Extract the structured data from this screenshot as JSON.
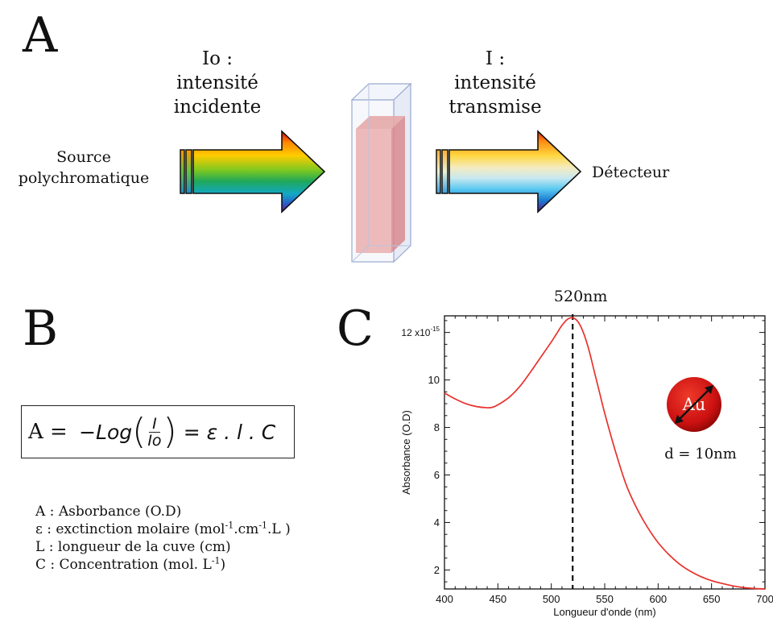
{
  "panel_a": {
    "letter": "A",
    "source_line1": "Source",
    "source_line2": "polychromatique",
    "incident_line1": "Io :",
    "incident_line2": "intensité",
    "incident_line3": "incidente",
    "transmitted_line1": "I :",
    "transmitted_line2": "intensité",
    "transmitted_line3": "transmise",
    "detector": "Détecteur"
  },
  "panel_b": {
    "letter": "B",
    "formula_left": "A = ",
    "formula_log": "−Log",
    "formula_num": "I",
    "formula_den": "Io",
    "formula_right": "= ε . l . C",
    "legend": [
      {
        "symbol": "A",
        "text": " : Asborbance (O.D)"
      },
      {
        "symbol": "ε",
        "text": " : exctinction molaire (mol",
        "sup1": "-1",
        "mid": ".cm",
        "sup2": "-1",
        "tail": ".L )"
      },
      {
        "symbol": "L",
        "text": " : longueur de la cuve (cm)"
      },
      {
        "symbol": "C",
        "text": " : Concentration (mol. L",
        "sup1": "-1",
        "tail": ")"
      }
    ]
  },
  "panel_c": {
    "letter": "C",
    "peak_label": "520nm",
    "particle_label": "Au",
    "diameter_label": "d = 10nm",
    "colors": {
      "curve": "#e8322c",
      "particle": "#cc1111"
    }
  },
  "chart_data": {
    "type": "line",
    "xlabel": "Longueur d'onde (nm)",
    "ylabel": "Absorbance (O.D)",
    "xlim": [
      400,
      700
    ],
    "ylim": [
      1.2,
      12.7
    ],
    "x_ticks": [
      400,
      450,
      500,
      550,
      600,
      650,
      700
    ],
    "y_ticks": [
      2,
      4,
      6,
      8,
      10,
      12
    ],
    "y_tick_labels": [
      "2",
      "4",
      "6",
      "8",
      "10",
      "12 x10-15"
    ],
    "y_top_base": "12 x10",
    "y_top_exp": "-15",
    "vline_x": 520,
    "series": [
      {
        "x": [
          400,
          410,
          420,
          430,
          440,
          445,
          450,
          460,
          470,
          480,
          490,
          500,
          505,
          510,
          515,
          520,
          525,
          530,
          535,
          540,
          545,
          550,
          560,
          570,
          580,
          590,
          600,
          610,
          620,
          630,
          640,
          650,
          660,
          670,
          680,
          690,
          700
        ],
        "values": [
          9.45,
          9.2,
          9.0,
          8.88,
          8.83,
          8.85,
          8.95,
          9.25,
          9.7,
          10.3,
          10.95,
          11.6,
          11.95,
          12.3,
          12.55,
          12.62,
          12.45,
          12.0,
          11.3,
          10.4,
          9.5,
          8.6,
          7.0,
          5.6,
          4.6,
          3.8,
          3.15,
          2.65,
          2.25,
          1.95,
          1.72,
          1.55,
          1.43,
          1.33,
          1.26,
          1.22,
          1.2
        ]
      }
    ]
  }
}
